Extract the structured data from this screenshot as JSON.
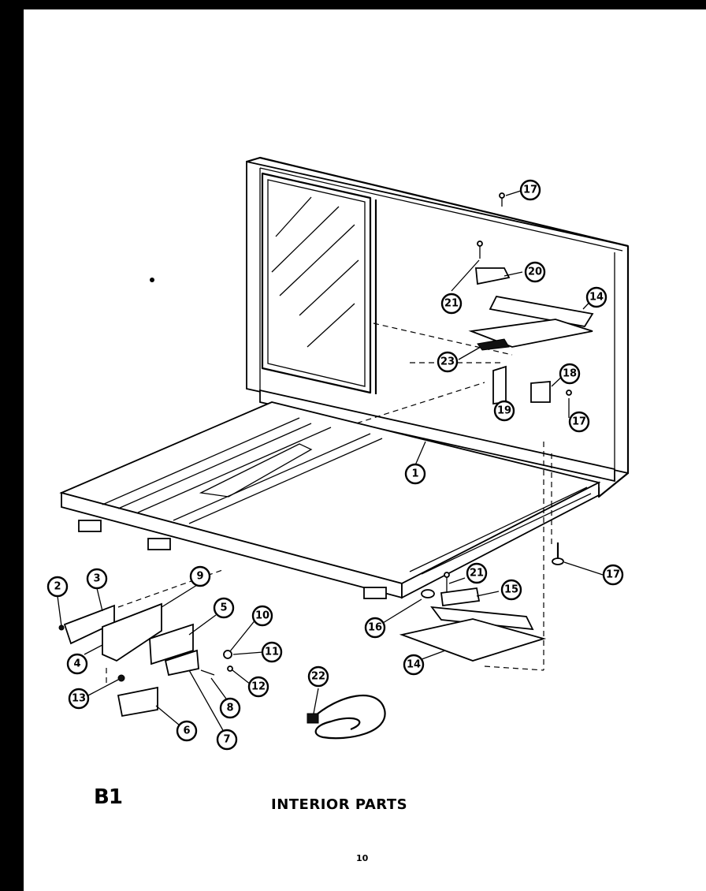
{
  "section_code": "B1",
  "title": "INTERIOR PARTS",
  "page_number": "10",
  "callouts": [
    "1",
    "2",
    "3",
    "4",
    "5",
    "6",
    "7",
    "8",
    "9",
    "10",
    "11",
    "12",
    "13",
    "14",
    "15",
    "16",
    "17",
    "18",
    "19",
    "20",
    "21",
    "22",
    "23"
  ],
  "colors": {
    "ink": "#000000",
    "paper": "#ffffff",
    "border": "#000000"
  }
}
